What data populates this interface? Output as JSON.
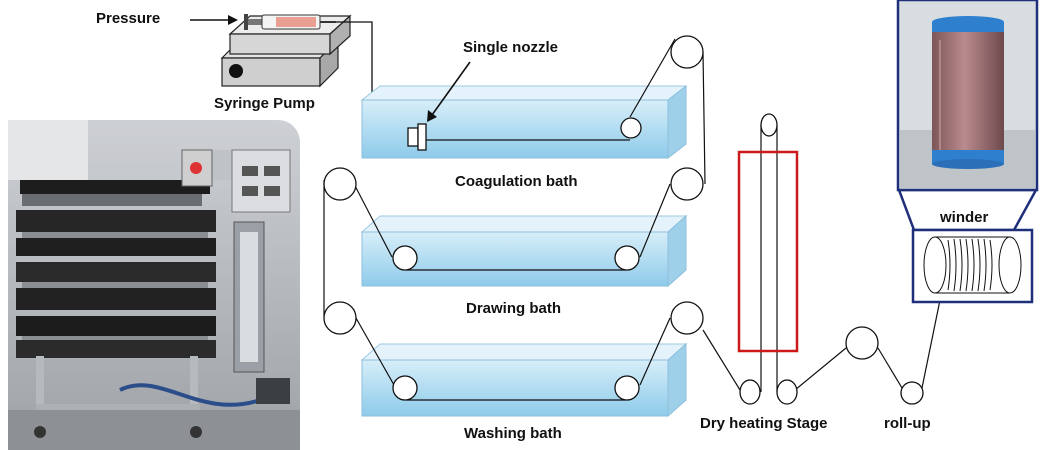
{
  "labels": {
    "pressure": "Pressure",
    "syringe_pump": "Syringe Pump",
    "single_nozzle": "Single nozzle",
    "coagulation_bath": "Coagulation bath",
    "drawing_bath": "Drawing bath",
    "washing_bath": "Washing bath",
    "dry_heating_stage": "Dry heating Stage",
    "roll_up": "roll-up",
    "winder": "winder"
  },
  "colors": {
    "bath_fill": "#a9d6ee",
    "bath_top": "#d8eef9",
    "heating_frame": "#cc1a1a",
    "winder_frame": "#1f2f7a",
    "pump_body": "#c8c8c8",
    "fiber_line": "#111111",
    "spool_fiber": "#a26f72",
    "spool_band": "#2f7fcf"
  },
  "icons": {
    "syringe": "syringe-icon",
    "pump": "syringe-pump-icon",
    "nozzle": "nozzle-icon",
    "roller": "roller-icon",
    "spool": "spool-photo",
    "apparatus": "apparatus-photo"
  }
}
